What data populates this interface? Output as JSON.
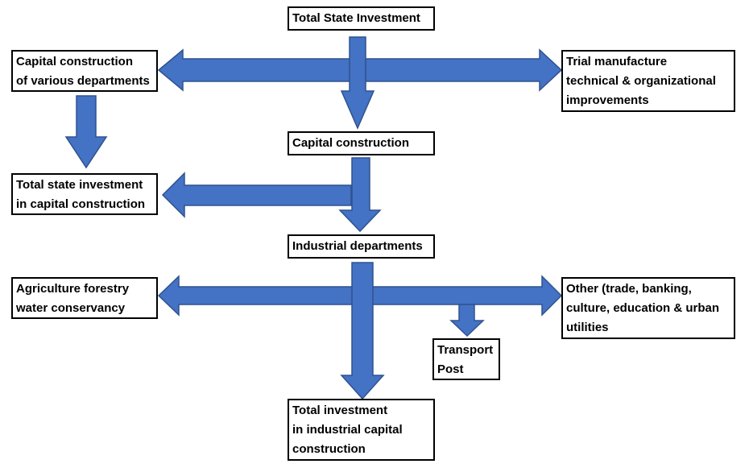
{
  "diagram": {
    "arrow_fill": "#4472C4",
    "arrow_stroke": "#2F528F",
    "box_border": "#000000",
    "nodes": {
      "total_state_investment": {
        "lines": [
          "Total State Investment"
        ]
      },
      "capital_construction_departments": {
        "lines": [
          "Capital construction",
          "of various departments"
        ]
      },
      "trial_manufacture": {
        "lines": [
          "Trial manufacture",
          "technical & organizational",
          "improvements"
        ]
      },
      "capital_construction": {
        "lines": [
          "Capital construction"
        ]
      },
      "total_investment_capital_construction": {
        "lines": [
          "Total state investment",
          "in  capital construction"
        ]
      },
      "industrial_departments": {
        "lines": [
          "Industrial departments"
        ]
      },
      "agriculture": {
        "lines": [
          "Agriculture forestry",
          "water conservancy"
        ]
      },
      "other": {
        "lines": [
          "Other (trade, banking,",
          "culture, education & urban",
          "utilities"
        ]
      },
      "transport_post": {
        "lines": [
          "Transport",
          "Post"
        ]
      },
      "total_industrial_investment": {
        "lines": [
          "Total investment",
          "in industrial capital",
          "construction"
        ]
      }
    }
  }
}
